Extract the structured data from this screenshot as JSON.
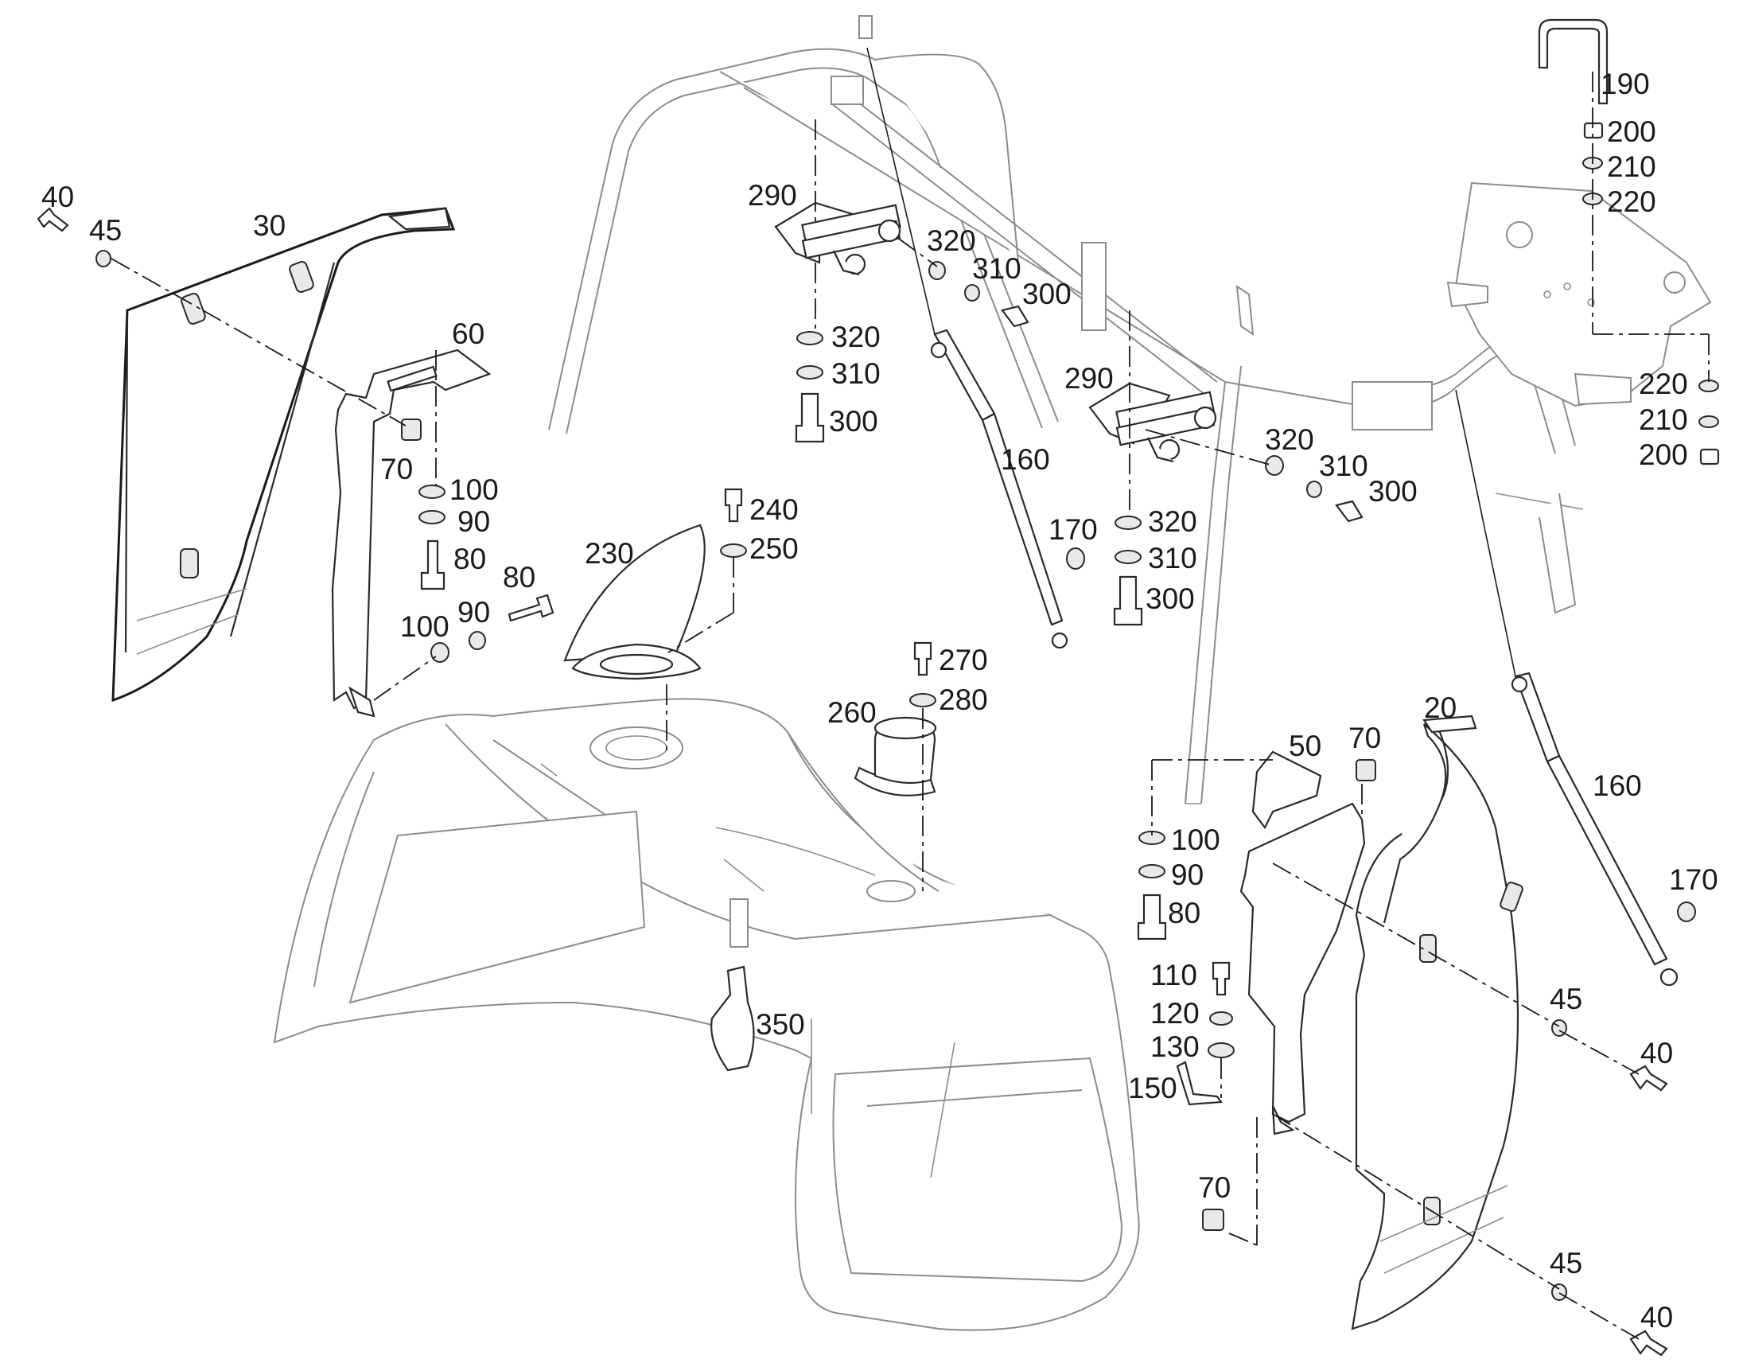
{
  "labels": {
    "l190": "190",
    "l200a": "200",
    "l210a": "210",
    "l220a": "220",
    "l220b": "220",
    "l210b": "210",
    "l200b": "200",
    "l290a": "290",
    "l320a": "320",
    "l310a": "310",
    "l300a": "300",
    "l320b": "320",
    "l310b": "310",
    "l300b": "300",
    "l290b": "290",
    "l320c": "320",
    "l310c": "310",
    "l300c": "300",
    "l320d": "320",
    "l310d": "310",
    "l300d": "300",
    "l160a": "160",
    "l170a": "170",
    "l40a": "40",
    "l45a": "45",
    "l30": "30",
    "l60": "60",
    "l70a": "70",
    "l100a": "100",
    "l90a": "90",
    "l80a": "80",
    "l80b": "80",
    "l90b": "90",
    "l100b": "100",
    "l240": "240",
    "l250": "250",
    "l230": "230",
    "l270": "270",
    "l280": "280",
    "l260": "260",
    "l20": "20",
    "l50": "50",
    "l70b": "70",
    "l100c": "100",
    "l90c": "90",
    "l80c": "80",
    "l160b": "160",
    "l170b": "170",
    "l45b": "45",
    "l40b": "40",
    "l110": "110",
    "l120": "120",
    "l130": "130",
    "l150": "150",
    "l350": "350",
    "l70c": "70",
    "l45c": "45",
    "l40c": "40"
  }
}
